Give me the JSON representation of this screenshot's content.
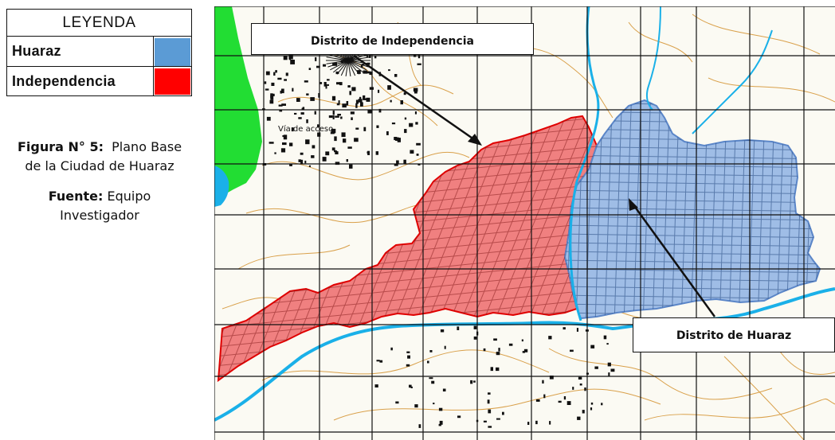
{
  "legend": {
    "title": "LEYENDA",
    "items": [
      {
        "label": "Huaraz",
        "color": "#5b9bd5"
      },
      {
        "label": "Independencia",
        "color": "#ff0000"
      }
    ]
  },
  "caption": {
    "figure_bold": "Figura N° 5:",
    "figure_text": "Plano Base de la Ciudad de Huaraz",
    "source_bold": "Fuente:",
    "source_text": "Equipo Investigador"
  },
  "map": {
    "labels": {
      "independencia": "Distrito de Independencia",
      "huaraz": "Distrito de Huaraz"
    },
    "street_text": "Vía de acceso",
    "colors": {
      "independencia_fill": "#f08080",
      "independencia_stroke": "#e00000",
      "huaraz_fill": "#9fbde6",
      "huaraz_stroke": "#5b86c8",
      "river": "#1ab0e8",
      "park": "#22dd33",
      "contour": "#d9a04a",
      "grid": "#111111"
    }
  }
}
